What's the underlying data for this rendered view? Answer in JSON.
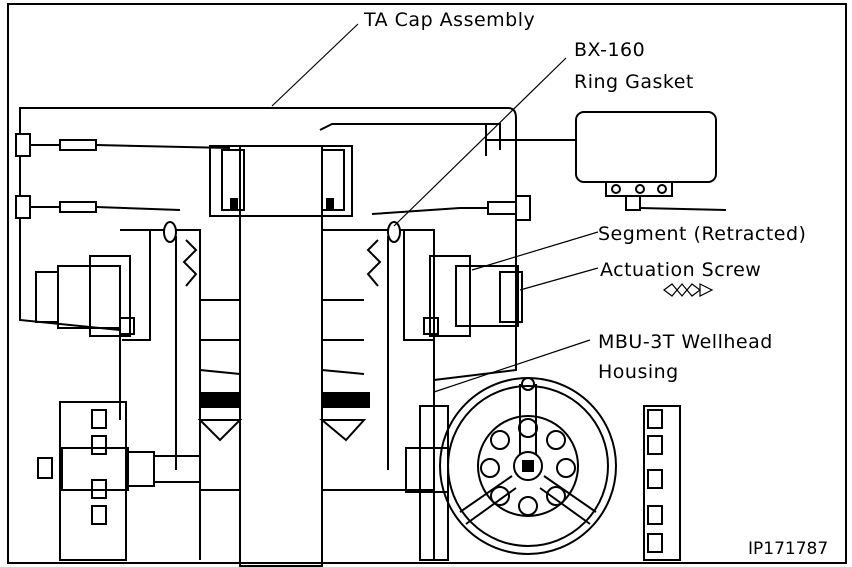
{
  "labels": {
    "cap_assembly": "TA Cap Assembly",
    "ring_gasket_line1": "BX-160",
    "ring_gasket_line2": "Ring Gasket",
    "segment": "Segment (Retracted)",
    "actuation_screw": "Actuation Screw",
    "housing_line1": "MBU-3T Wellhead",
    "housing_line2": "Housing",
    "figure_id": "IP171787"
  },
  "colors": {
    "ink": "#000000",
    "paper": "#ffffff"
  }
}
